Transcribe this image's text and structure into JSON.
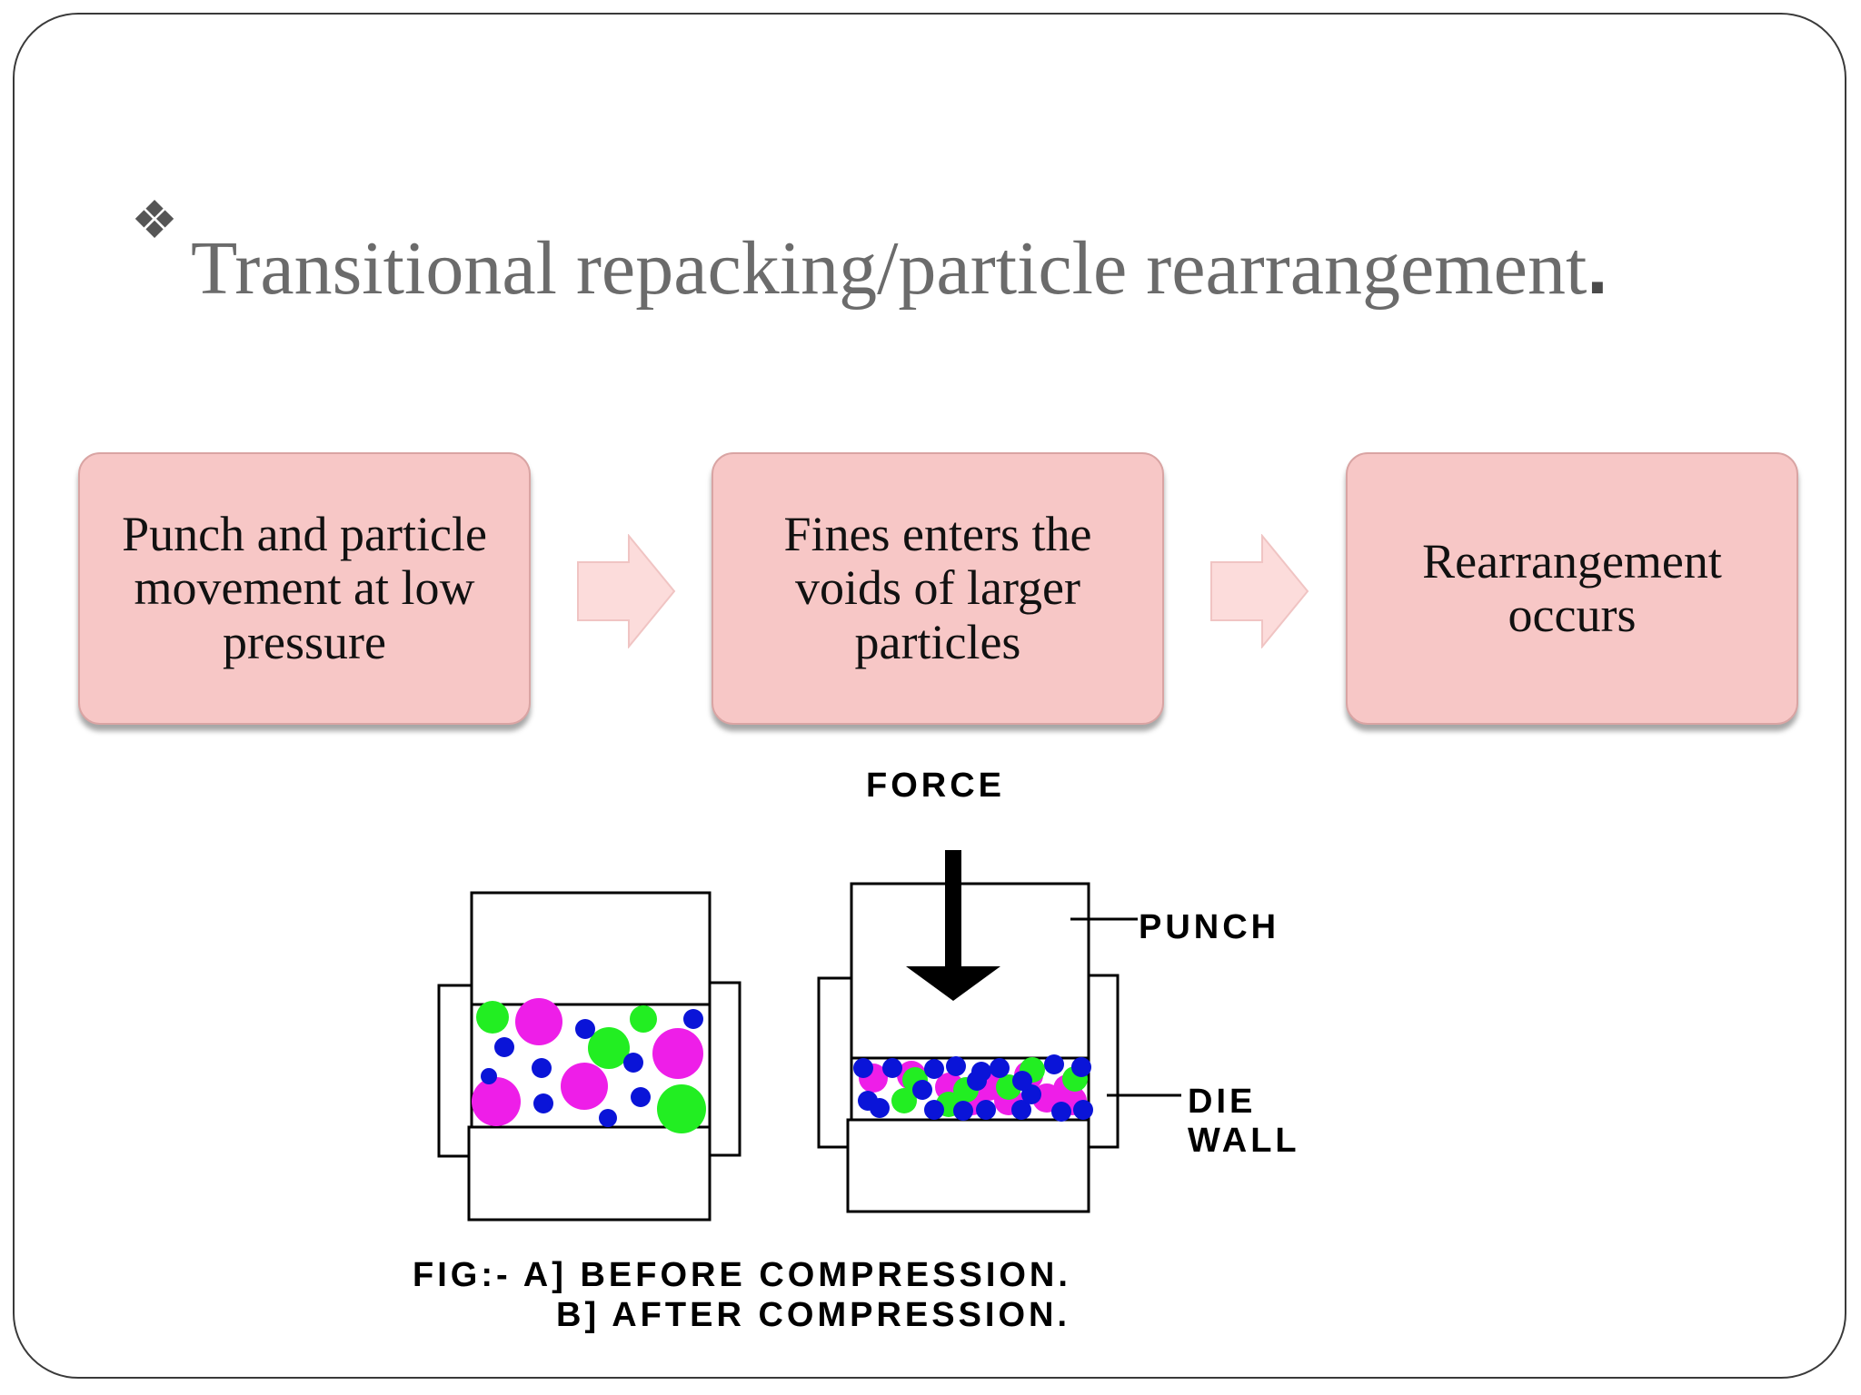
{
  "slide": {
    "bullet_icon": "four-diamond-bullet-icon",
    "bullet_glyph": "❖",
    "title": "Transitional repacking/particle rearrangement",
    "title_end": "."
  },
  "flow": {
    "steps": [
      {
        "label": "Punch and particle movement at low pressure"
      },
      {
        "label": "Fines enters the voids of larger particles"
      },
      {
        "label": "Rearrangement occurs"
      }
    ],
    "box_color": "#f7c7c6",
    "arrow_color": "#fcdcdb"
  },
  "figure": {
    "force_label": "FORCE",
    "punch_label": "PUNCH",
    "die_label_1": "DIE",
    "die_label_2": "WALL",
    "caption_1": "FIG:- A] BEFORE COMPRESSION.",
    "caption_2": "B] AFTER COMPRESSION.",
    "particle_colors": {
      "large": "#ee1ee8",
      "medium": "#22ee22",
      "small": "#0a14d8"
    }
  }
}
